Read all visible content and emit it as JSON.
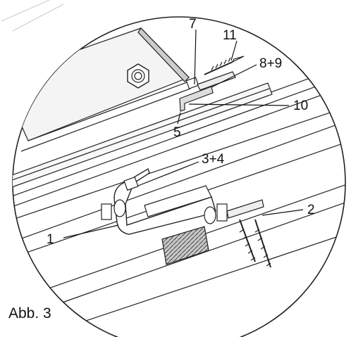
{
  "figure": {
    "caption": "Abb. 3",
    "callouts": {
      "c1": "1",
      "c2": "2",
      "c34": "3+4",
      "c5": "5",
      "c7": "7",
      "c89": "8+9",
      "c10": "10",
      "c11": "11"
    }
  }
}
